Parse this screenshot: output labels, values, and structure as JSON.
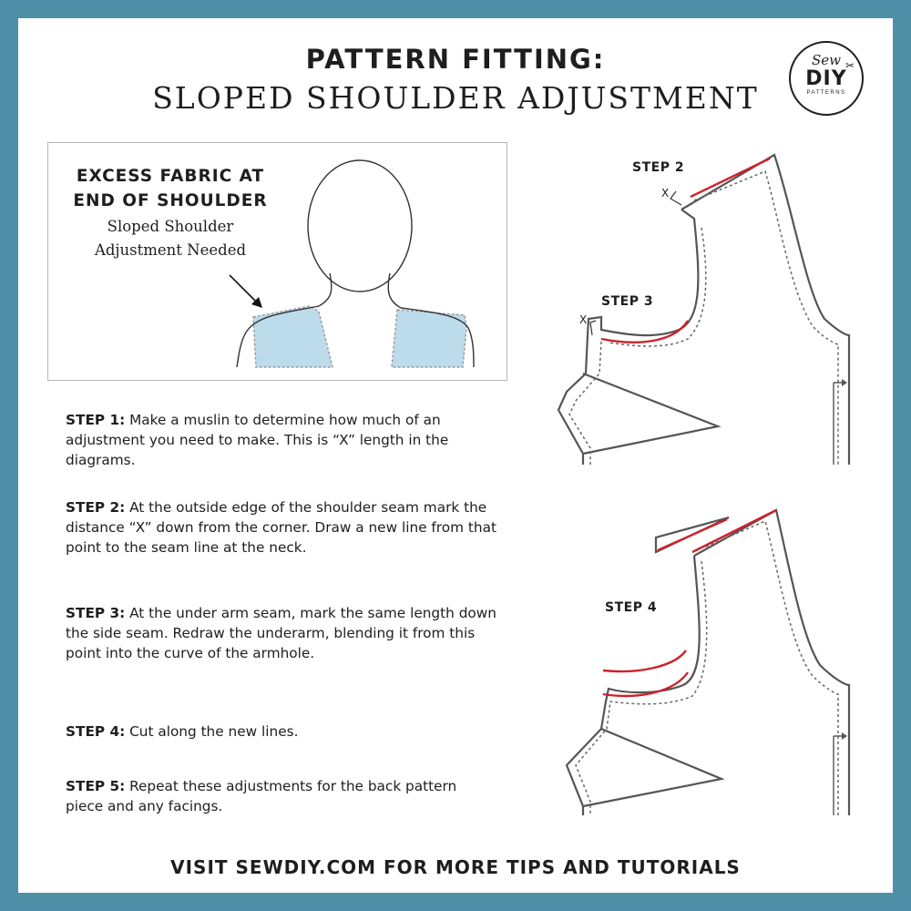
{
  "title": {
    "line1": "PATTERN FITTING:",
    "line2": "SLOPED SHOULDER ADJUSTMENT"
  },
  "logo": {
    "top": "Sew",
    "middle": "DIY",
    "bottom": "PATTERNS"
  },
  "figure": {
    "heading_line1": "EXCESS FABRIC AT",
    "heading_line2": "END OF SHOULDER",
    "sub_line1": "Sloped Shoulder",
    "sub_line2": "Adjustment Needed"
  },
  "steps": [
    {
      "label": "STEP 1:",
      "text": "Make a muslin to determine how much of an adjustment you need to make. This is “X” length in the diagrams."
    },
    {
      "label": "STEP 2:",
      "text": "At the outside edge of the shoulder seam mark the distance “X” down from the corner. Draw a new line from that point to the seam line at the neck."
    },
    {
      "label": "STEP 3:",
      "text": "At the under arm seam, mark the same length down the side seam. Redraw the underarm, blending it from this point into the curve of the armhole."
    },
    {
      "label": "STEP 4:",
      "text": "Cut along the new lines."
    },
    {
      "label": "STEP 5:",
      "text": "Repeat these adjustments for the back pattern piece and any facings."
    }
  ],
  "diagram_labels": {
    "step2": "STEP 2",
    "step3": "STEP 3",
    "step4": "STEP 4",
    "x_mark": "X"
  },
  "footer": "VISIT SEWDIY.COM FOR MORE TIPS AND TUTORIALS",
  "colors": {
    "frame": "#4f8fa8",
    "accent_red": "#d0202a",
    "fabric_blue": "#bcdcec",
    "outline": "#555555"
  }
}
